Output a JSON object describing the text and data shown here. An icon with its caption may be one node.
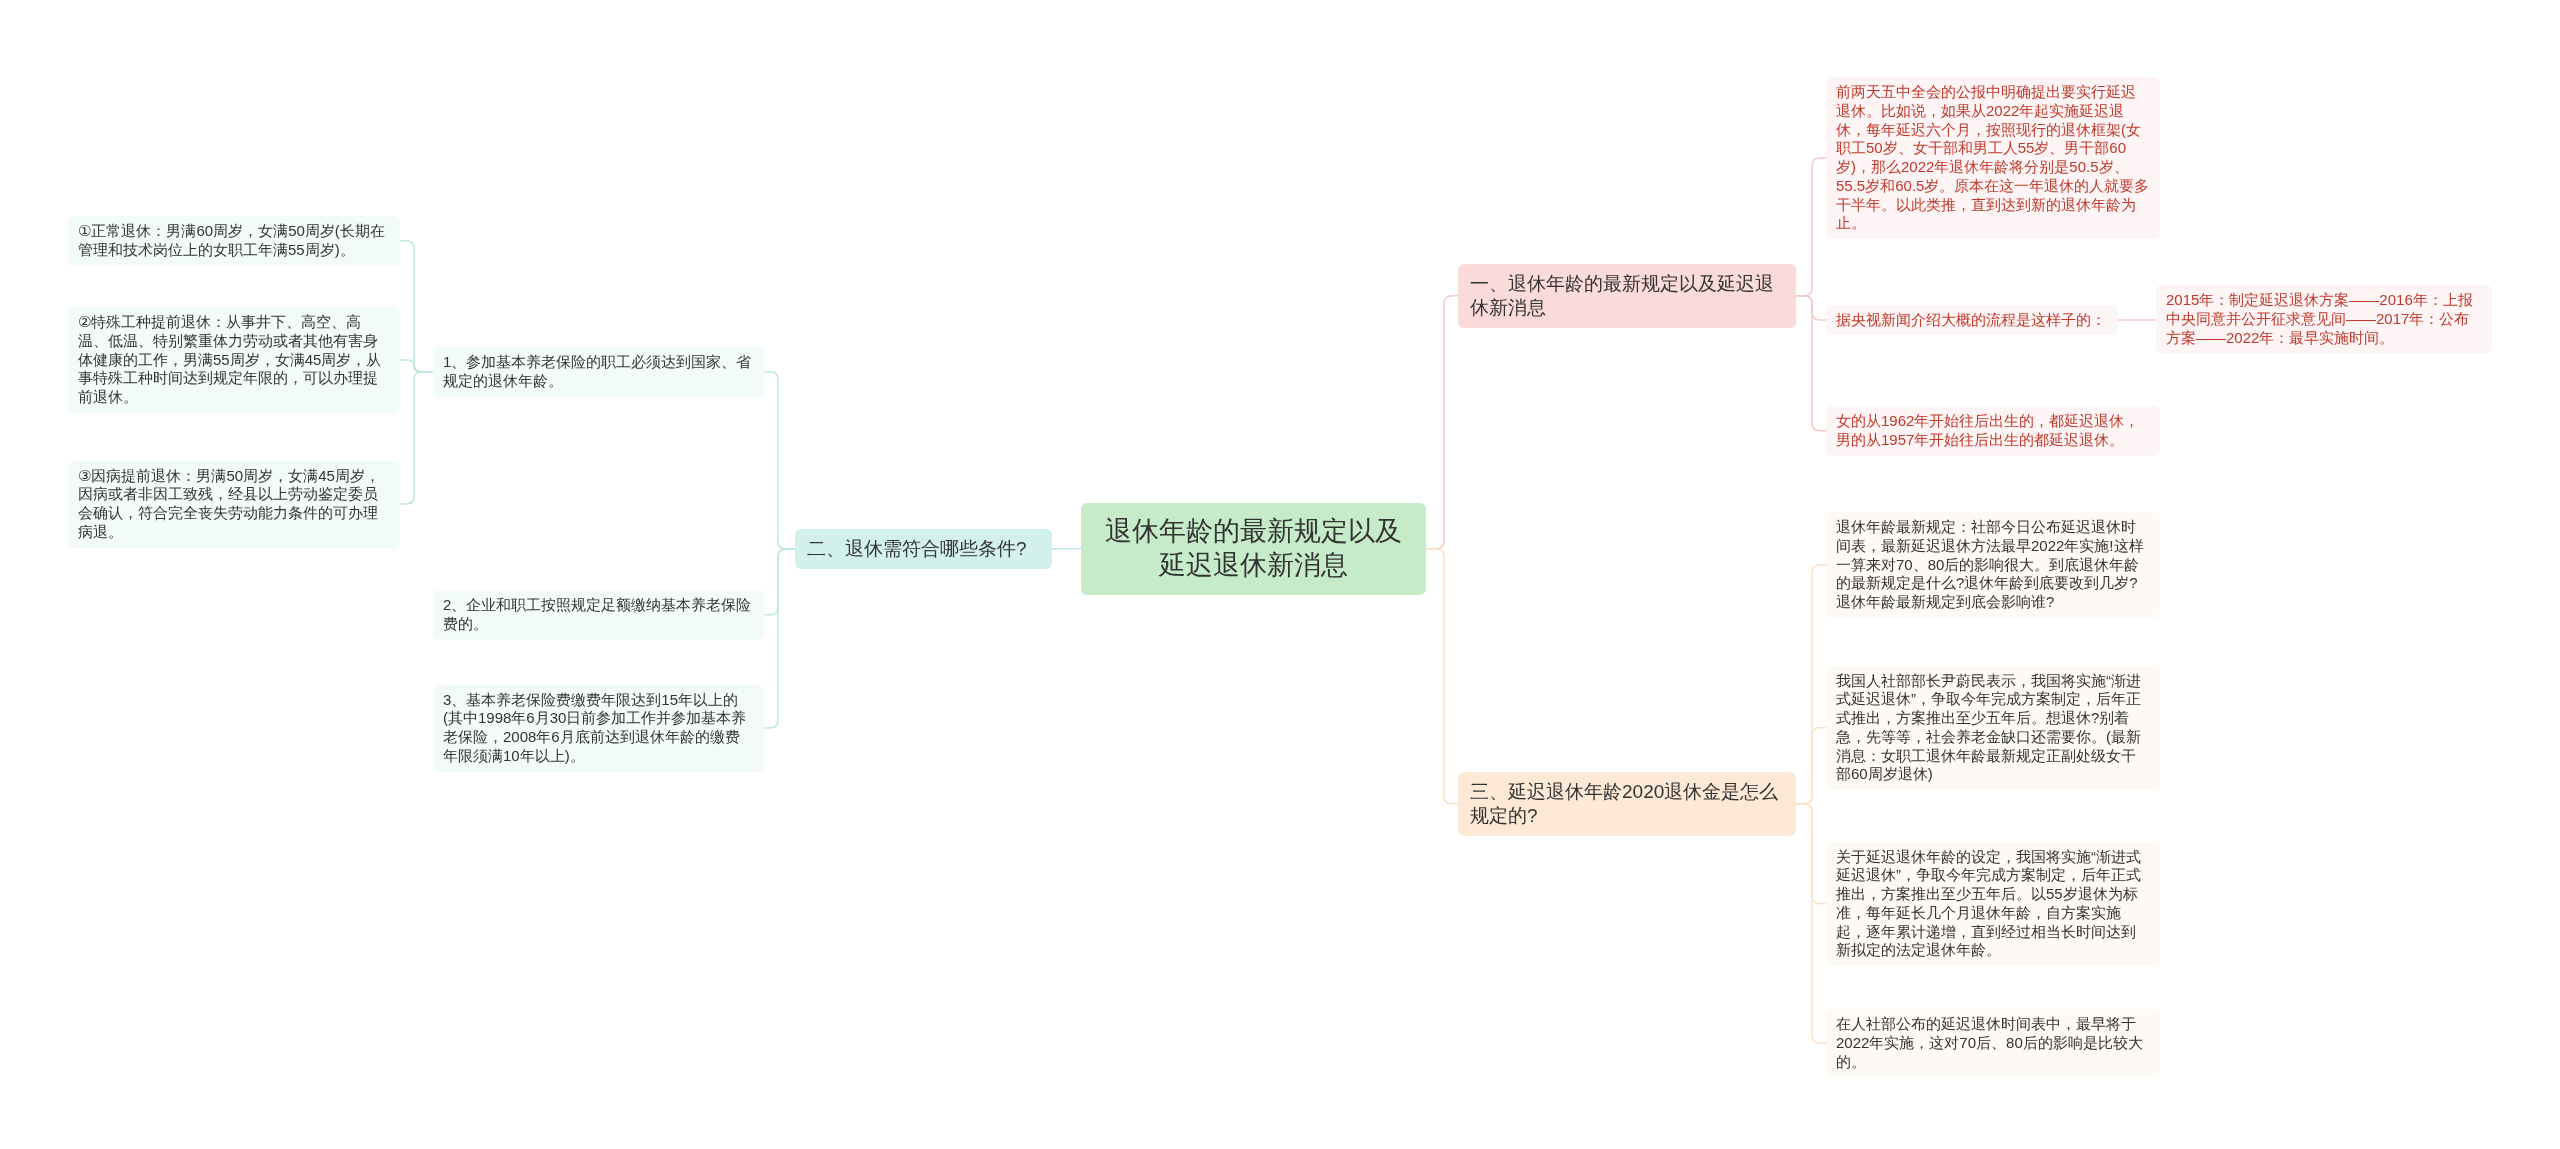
{
  "diagram": {
    "nodes": [
      {
        "text": [
          "退休年龄的最新规定以及延迟退休新消息"
        ]
      },
      {
        "text": [
          "一、退休年龄的最新规定以及延迟退休新消息"
        ]
      },
      {
        "text": [
          "前两天五中全会的公报中明确提出要实行延迟退休。比如说，如果从2022年起实施延迟退休，每年延迟六个月，按照现行的退休框架(女职工50岁、女干部和男工人55岁、男干部60岁)，那么2022年退休年龄将分别是50.5岁、55.5岁和60.5岁。原本在这一年退休的人就要多干半年。以此类推，直到达到新的退休年龄为止。"
        ]
      },
      {
        "text": [
          "据央视新闻介绍大概的流程是这样子的："
        ]
      },
      {
        "text": [
          "2015年：制定延迟退休方案——2016年：上报中央同意并公开征求意见间——2017年：公布方案——2022年：最早实施时间。"
        ]
      },
      {
        "text": [
          "女的从1962年开始往后出生的，都延迟退休，男的从1957年开始往后出生的都延迟退休。"
        ]
      },
      {
        "text": [
          "三、延迟退休年龄2020退休金是怎么规定的?"
        ]
      },
      {
        "text": [
          "退休年龄最新规定：社部今日公布延迟退休时间表，最新延迟退休方法最早2022年实施!这样一算来对70、80后的影响很大。到底退休年龄的最新规定是什么?退休年龄到底要改到几岁?退休年龄最新规定到底会影响谁?"
        ]
      },
      {
        "text": [
          "我国人社部部长尹蔚民表示，我国将实施“渐进式延迟退休”，争取今年完成方案制定，后年正式推出，方案推出至少五年后。想退休?别着急，先等等，社会养老金缺口还需要你。(最新消息：女职工退休年龄最新规定正副处级女干部60周岁退休)"
        ]
      },
      {
        "text": [
          "关于延迟退休年龄的设定，我国将实施“渐进式延迟退休”，争取今年完成方案制定，后年正式推出，方案推出至少五年后。以55岁退休为标准，每年延长几个月退休年龄，自方案实施起，逐年累计递增，直到经过相当长时间达到新拟定的法定退休年龄。"
        ]
      },
      {
        "text": [
          "在人社部公布的延迟退休时间表中，最早将于2022年实施，这对70后、80后的影响是比较大的。"
        ]
      },
      {
        "text": [
          "二、退休需符合哪些条件?"
        ]
      },
      {
        "text": [
          "1、参加基本养老保险的职工必须达到国家、省规定的退休年龄。"
        ]
      },
      {
        "text": [
          "①正常退休：男满60周岁，女满50周岁(长期在管理和技术岗位上的女职工年满55周岁)。"
        ]
      },
      {
        "text": [
          "②特殊工种提前退休：从事井下、高空、高温、低温、特别繁重体力劳动或者其他有害身体健康的工作，男满55周岁，女满45周岁，从事特殊工种时间达到规定年限的，可以办理提前退休。"
        ]
      },
      {
        "text": [
          "③因病提前退休：男满50周岁，女满45周岁，因病或者非因工致残，经县以上劳动鉴定委员会确认，符合完全丧失劳动能力条件的可办理病退。"
        ]
      },
      {
        "text": [
          "2、企业和职工按照规定足额缴纳基本养老保险费的。"
        ]
      },
      {
        "text": [
          "3、基本养老保险费缴费年限达到15年以上的(其中1998年6月30日前参加工作并参加基本养老保险，2008年6月底前达到退休年龄的缴费年限须满10年以上)。"
        ]
      }
    ],
    "edges": [
      {
        "from": 0,
        "to": 1,
        "arrow": "none",
        "color": "#f5c9c9"
      },
      {
        "from": 1,
        "to": 2,
        "arrow": "none",
        "color": "#f5c9c9"
      },
      {
        "from": 1,
        "to": 3,
        "arrow": "none",
        "color": "#f5c9c9"
      },
      {
        "from": 3,
        "to": 4,
        "arrow": "none",
        "color": "#f5c9c9"
      },
      {
        "from": 1,
        "to": 5,
        "arrow": "none",
        "color": "#f5c9c9"
      },
      {
        "from": 0,
        "to": 6,
        "arrow": "none",
        "color": "#fbe0c8"
      },
      {
        "from": 6,
        "to": 7,
        "arrow": "none",
        "color": "#fbe0c8"
      },
      {
        "from": 6,
        "to": 8,
        "arrow": "none",
        "color": "#fbe0c8"
      },
      {
        "from": 6,
        "to": 9,
        "arrow": "none",
        "color": "#fbe0c8"
      },
      {
        "from": 6,
        "to": 10,
        "arrow": "none",
        "color": "#fbe0c8"
      },
      {
        "from": 0,
        "to": 11,
        "arrow": "none"
      },
      {
        "from": 11,
        "to": 12,
        "arrow": "none"
      },
      {
        "from": 12,
        "to": 13,
        "arrow": "none"
      },
      {
        "from": 12,
        "to": 14,
        "arrow": "none"
      },
      {
        "from": 12,
        "to": 15,
        "arrow": "none"
      },
      {
        "from": 11,
        "to": 16,
        "arrow": "none"
      },
      {
        "from": 11,
        "to": 17,
        "arrow": "none"
      }
    ]
  }
}
